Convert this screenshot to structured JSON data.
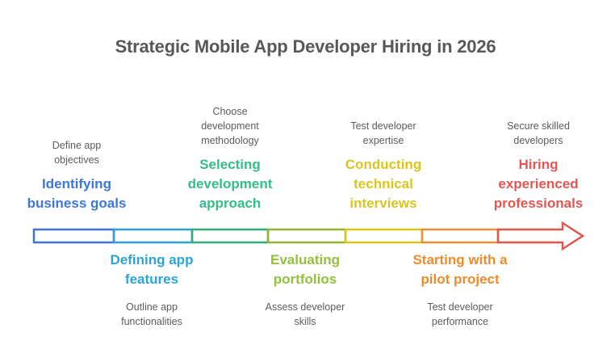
{
  "title": "Strategic Mobile App Developer Hiring in 2026",
  "colors": {
    "title_text": "#58585a",
    "caption_text": "#5b5b5b",
    "background": "#ffffff"
  },
  "stages": [
    {
      "position": "top",
      "heading": "Identifying\nbusiness goals",
      "caption": "Define app\nobjectives",
      "heading_color": "#3c78dc"
    },
    {
      "position": "bottom",
      "heading": "Defining app\nfeatures",
      "caption": "Outline app\nfunctionalities",
      "heading_color": "#2aa5da"
    },
    {
      "position": "top",
      "heading": "Selecting\ndevelopment\napproach",
      "caption": "Choose\ndevelopment\nmethodology",
      "heading_color": "#33bd8a"
    },
    {
      "position": "bottom",
      "heading": "Evaluating\nportfolios",
      "caption": "Assess developer\nskills",
      "heading_color": "#92c13b"
    },
    {
      "position": "top",
      "heading": "Conducting\ntechnical\ninterviews",
      "caption": "Test developer\nexpertise",
      "heading_color": "#d9c51e"
    },
    {
      "position": "bottom",
      "heading": "Starting with a\npilot project",
      "caption": "Test developer\nperformance",
      "heading_color": "#ee8b2b"
    },
    {
      "position": "top",
      "heading": "Hiring\nexperienced\nprofessionals",
      "caption": "Secure skilled\ndevelopers",
      "heading_color": "#e65553"
    }
  ],
  "arrow": {
    "direction": "right",
    "segment_colors": [
      "#4472d2",
      "#2f9fd8",
      "#34ab73",
      "#8fb637",
      "#dcc31e",
      "#e6913c",
      "#e0564f"
    ],
    "head_color": "#e0564f"
  }
}
